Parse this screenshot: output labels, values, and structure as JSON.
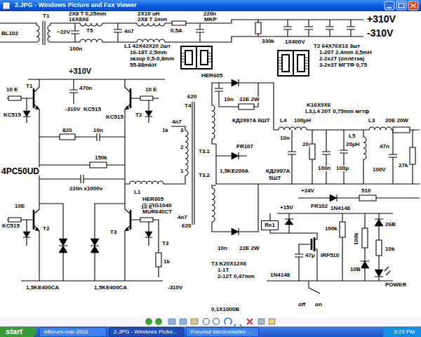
{
  "diagram": {
    "title": "2.JPG - Windows Picture and Fax Viewer",
    "nodes": [
      {
        "text": [
          "start"
        ]
      },
      {
        "text": [
          "elforum-mar-2011"
        ]
      },
      {
        "text": [
          "2.JPG - Windows Pictur..."
        ]
      },
      {
        "text": [
          "Forumul electronistilor ..."
        ]
      },
      {
        "text": [
          "Re1"
        ]
      }
    ],
    "labels": [
      "2X8 T 0,25mm",
      "16X8X6",
      "T5",
      "4n7",
      "2X10 uH",
      "2X8 T 2mm",
      "0,5A",
      "220n",
      "MKP",
      "+310V",
      "-310V",
      "330k",
      "1X400V",
      "T1",
      "~22V",
      "BL102",
      "100n",
      "L1 42X42X20 2шт",
      "16-18T 2,5mm",
      "зазор 0,5-0,8mm",
      "55-88mkH",
      "T2 64X76X13 3шт",
      "1-20T 2.4mm 3,5mH",
      "2-2x2T (оплётка)",
      "3-2x3T МГТФ 0,75",
      "+310V",
      "10 E",
      "T1",
      "470n",
      "-310V",
      "10 E",
      "KC515",
      "KC515",
      "KC515",
      "T2",
      "T4",
      "1k",
      "4n7",
      "620",
      "HER605",
      "3",
      "2",
      "10n",
      "22E 2W",
      "КД2997А 6ШТ",
      "K16X9X6",
      "L3,L4 20T 0,75mm мгтф",
      "L4",
      "100μH",
      "L3",
      "20E 20W",
      "L5",
      "20μH",
      "10n",
      "20",
      "100n",
      "100μ",
      "100V",
      "47n",
      "27k",
      "T3.1",
      "T3.2",
      "FR107",
      "1,5KE200A",
      "КД2997А",
      "5ШТ",
      "820",
      "10n",
      "150k",
      "220n x1000v",
      "L1",
      "1",
      "HER605",
      "RHRG1040",
      "MUR640CT",
      "4PC50UD",
      "4n7",
      "620",
      "10E",
      "KC515",
      "T2",
      "10 E",
      "T3",
      "T3",
      "1k",
      "1,5KE400CA",
      "1,5KE400CA",
      "-310V",
      "10n",
      "22E 2W",
      "T3 K20X12X6",
      "1-1T",
      "2-12T 0,47mm",
      "+24V",
      "510",
      "FR102",
      "+15V",
      "1N4148",
      "100k",
      "47μ",
      "IRF510",
      "1N4148",
      "100k",
      "26B",
      "10k",
      "10B",
      "POWER",
      "off",
      "on",
      "0,1X1000B",
      "3:23 PM"
    ]
  }
}
